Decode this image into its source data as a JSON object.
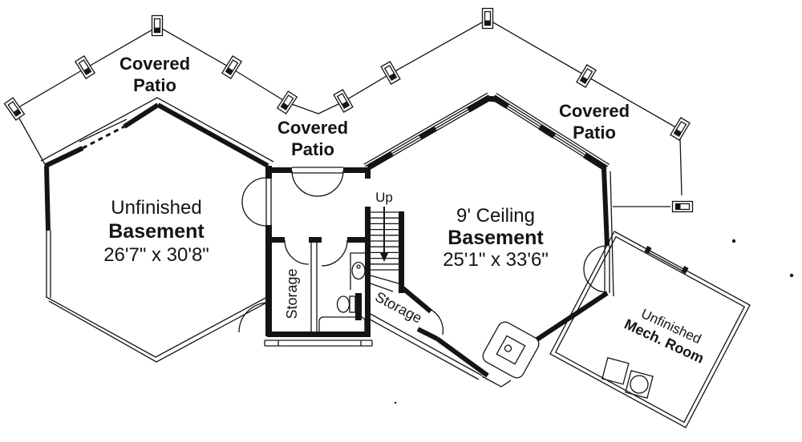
{
  "colors": {
    "ink": "#141414",
    "paper": "#ffffff"
  },
  "patios": {
    "left": {
      "line1": "Covered",
      "line2": "Patio"
    },
    "center": {
      "line1": "Covered",
      "line2": "Patio"
    },
    "right": {
      "line1": "Covered",
      "line2": "Patio"
    }
  },
  "rooms": {
    "left_basement": {
      "name1": "Unfinished",
      "name2": "Basement",
      "dims": "26'7\" x 30'8\""
    },
    "right_basement": {
      "name1": "9' Ceiling",
      "name2": "Basement",
      "dims": "25'1\" x 33'6\""
    },
    "storage_left": {
      "label": "Storage"
    },
    "storage_under_stairs": {
      "label": "Storage"
    },
    "mech": {
      "name1": "Unfinished",
      "name2": "Mech. Room"
    }
  },
  "stairs": {
    "direction_label": "Up"
  }
}
